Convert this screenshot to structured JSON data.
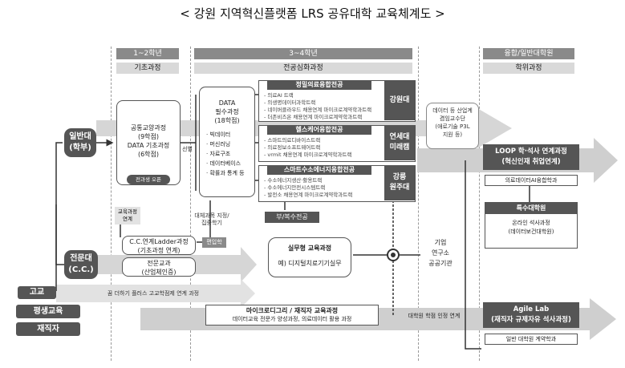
{
  "title": "< 강원 지역혁신플랫폼 LRS 공유대학 교육체계도 >",
  "columns": [
    {
      "head": "1~2학년",
      "sub": "기초과정"
    },
    {
      "head": "3~4학년",
      "sub": "전공심화과정"
    },
    {
      "head": "융합/일반대학원",
      "sub": "학위과정"
    }
  ],
  "left_labels": {
    "general": "일반대\n(학부)",
    "junior": "전문대\n(C.C.)",
    "highschool": "고교",
    "lifelong": "평생교육",
    "worker": "재직자"
  },
  "basic_box": {
    "line1": "공통교양과정",
    "line2": "(9학점)",
    "line3": "DATA 기초과정",
    "line4": "(6학점)",
    "tag": "전과생 오픈"
  },
  "select_label": "선별",
  "data_box": {
    "line1": "DATA",
    "line2": "필수과정",
    "line3": "(18학점)",
    "items": [
      "빅데이터",
      "머신러닝",
      "자료구조",
      "데이터베이스",
      "확률과 통계 등"
    ]
  },
  "majors": [
    {
      "name": "정밀의료융합전공",
      "univ": "강원대",
      "tracks": [
        "의료AI 트랙",
        "의생명데이터과학트랙",
        "네이버클라우드 채용연계 마이크로계약학과트랙",
        "더존비즈온 채용연계 마이크로계약학과트랙"
      ]
    },
    {
      "name": "헬스케어융합전공",
      "univ": "연세대\n미래캠",
      "tracks": [
        "스마트의료디바이스트랙",
        "의료정보소프트웨어트랙",
        "vrmit 채용연계 마이크로계약학과트랙"
      ]
    },
    {
      "name": "스마트수소에너지융합전공",
      "univ": "강릉\n원주대",
      "tracks": [
        "수소에너지생산·활용트랙",
        "수소에너지안전시스템트랙",
        "발전소 채용연계 마이크로계약학과트랙"
      ]
    }
  ],
  "double_major": "부/복수전공",
  "credit_label": "대체과목 지정/\n집중학기",
  "edu_link": "교육과정\n연계",
  "transfer": "편입학",
  "cc_box": {
    "line1": "C.C.연계Ladder과정",
    "line2": "(기초과정 연계)"
  },
  "cc_box2": {
    "line1": "전문교과",
    "line2": "(산업체인증)"
  },
  "practice": {
    "title": "실무형 교육과정",
    "body": "예) 디지털치료기기실무"
  },
  "partners": [
    "기업",
    "연구소",
    "공공기관"
  ],
  "highschool_bar": "꿈 더하기 플러스 고교학점제 연계 과정",
  "micro": {
    "title": "마이크로디그리 / 재직자 교육과정",
    "body": "데이터교육 전문가 양성과정, 의료데이터 활용 과정"
  },
  "grad_credit": "대학원 학점 인정 연계",
  "industry_note": "데이터 등 산업계\n겸임교수단\n(애로기술 P3L\n지원 등)",
  "loop": {
    "line1": "LOOP 학·석사 연계과정",
    "line2": "(혁신인재 취업연계)"
  },
  "med_dept": "의료데이터AI융합학과",
  "special_grad": {
    "title": "특수대학원",
    "line1": "온라인 석사과정",
    "line2": "(데이터보건대학원)"
  },
  "agile": {
    "line1": "Agile Lab",
    "line2": "(재직자 규제자유 석사과정)"
  },
  "contract": "일반 대학원 계약학과"
}
